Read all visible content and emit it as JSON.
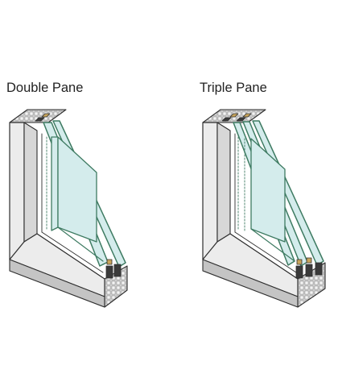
{
  "captions": {
    "double": "Double Pane",
    "triple": "Triple Pane"
  },
  "colors": {
    "background": "#ffffff",
    "frame_face": "#ececec",
    "frame_side": "#d7d7d7",
    "frame_shade": "#c4c4c4",
    "outline": "#2e2e2e",
    "glass_fill": "#d4ecec",
    "glass_edge": "#3e7b62",
    "spacer": "#3a3a3a",
    "spacer_accent": "#c8a45a",
    "lattice": "#9a9a9a"
  },
  "icons": [
    "double-pane-window-illustration",
    "triple-pane-window-illustration"
  ]
}
